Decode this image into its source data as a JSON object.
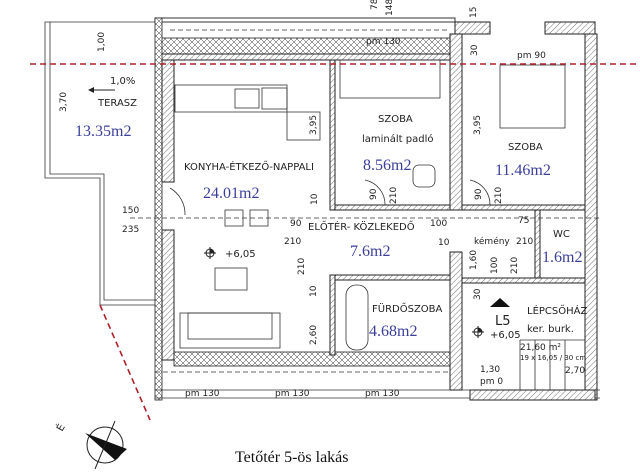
{
  "caption": "Tetőtér 5-ös lakás",
  "colors": {
    "area_text": "#3a3f9a",
    "cut_line": "#b0202a",
    "lines": "#222222"
  },
  "rooms": {
    "terrace": {
      "name": "TERASZ",
      "slope": "1,0%",
      "area": "13.35m2"
    },
    "living": {
      "name": "KONYHA-ÉTKEZŐ-NAPPALI",
      "area": "24.01m2",
      "level": "+6,05"
    },
    "room1": {
      "name": "SZOBA",
      "floor": "laminált padló",
      "area": "8.56m2"
    },
    "room2": {
      "name": "SZOBA",
      "area": "11.46m2"
    },
    "hall": {
      "name": "ELŐTÉR- KÖZLEKEDŐ",
      "area": "7.6m2"
    },
    "wc": {
      "name": "WC",
      "area": "1.6m2"
    },
    "bath": {
      "name": "FÜRDŐSZOBA",
      "area": "4.68m2"
    },
    "stair": {
      "name": "LÉPCSŐHÁZ",
      "floor": "ker. burk.",
      "unit": "L5",
      "level": "+6,05",
      "stair_area": "21,60 m²",
      "steps": "19 x 16,05 / 30 cm",
      "width": "2,70"
    }
  },
  "dimensions": {
    "d100": "1,00",
    "d370": "3,70",
    "d395a": "3,95",
    "d395b": "3,95",
    "d150": "150",
    "d235": "235",
    "d78": "78",
    "d148": "148",
    "d15": "15",
    "d30a": "30",
    "d30b": "30",
    "d90a": "90",
    "d210a": "210",
    "d90b": "90",
    "d210b": "210",
    "d90c": "90",
    "d210c": "210",
    "d10a": "10",
    "d10b": "10",
    "d10c": "10",
    "d100b": "100",
    "d75": "75",
    "chimney": "kémény",
    "d210d": "210",
    "d160": "1,60",
    "d100c": "100",
    "d210e": "210",
    "d210f": "210",
    "d260": "2,60",
    "d130": "1,30",
    "pm0": "pm 0",
    "pm130a": "pm 130",
    "pm130b": "pm 130",
    "pm130c": "pm 130",
    "pm130d": "pm 130",
    "pm90": "pm 90"
  },
  "compass": {
    "north_label": "É",
    "icon": "north-arrow-icon"
  }
}
